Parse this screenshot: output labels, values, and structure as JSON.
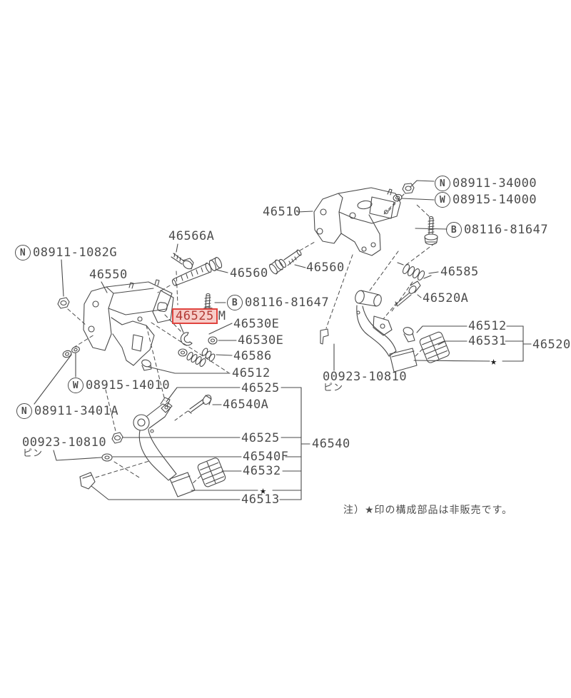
{
  "diagram_title": "pedal-bracket-exploded-parts-diagram",
  "colors": {
    "line": "#4a4a4a",
    "text": "#4d4d4d",
    "highlight_border": "#e0443f",
    "highlight_bg": "#f7cdc9",
    "highlight_text": "#b23a35"
  },
  "labels": {
    "n34000": {
      "prefix": "N",
      "number": "08911-34000"
    },
    "w14000": {
      "prefix": "W",
      "number": "08915-14000"
    },
    "b81647_r": {
      "prefix": "B",
      "number": "08116-81647"
    },
    "b81647_l": {
      "prefix": "B",
      "number": "08116-81647"
    },
    "n1082g": {
      "prefix": "N",
      "number": "08911-1082G"
    },
    "w14010": {
      "prefix": "W",
      "number": "08915-14010"
    },
    "n3401a": {
      "prefix": "N",
      "number": "08911-3401A"
    },
    "p46510": "46510",
    "p46560_r": "46560",
    "p46560_l": "46560",
    "p46566a": "46566A",
    "p46550": "46550",
    "p46525m_hl": "46525",
    "p46525m_suffix": "M",
    "p46530e_1": "46530E",
    "p46530e_2": "46530E",
    "p46586": "46586",
    "p46512_l": "46512",
    "p46525_u": "46525",
    "p46540a": "46540A",
    "p00923_l": "00923-10810",
    "pin_l": "ピン",
    "p46525_d": "46525",
    "p46540f": "46540F",
    "p46532": "46532",
    "p46513": "46513",
    "p46540": "46540",
    "p00923_r": "00923-10810",
    "pin_r": "ピン",
    "p46585": "46585",
    "p46520a": "46520A",
    "p46512_r": "46512",
    "p46531": "46531",
    "p46520": "46520",
    "star_bottom": "★",
    "star_right": "★",
    "note": "注）★印の構成部品は非販売です。"
  }
}
